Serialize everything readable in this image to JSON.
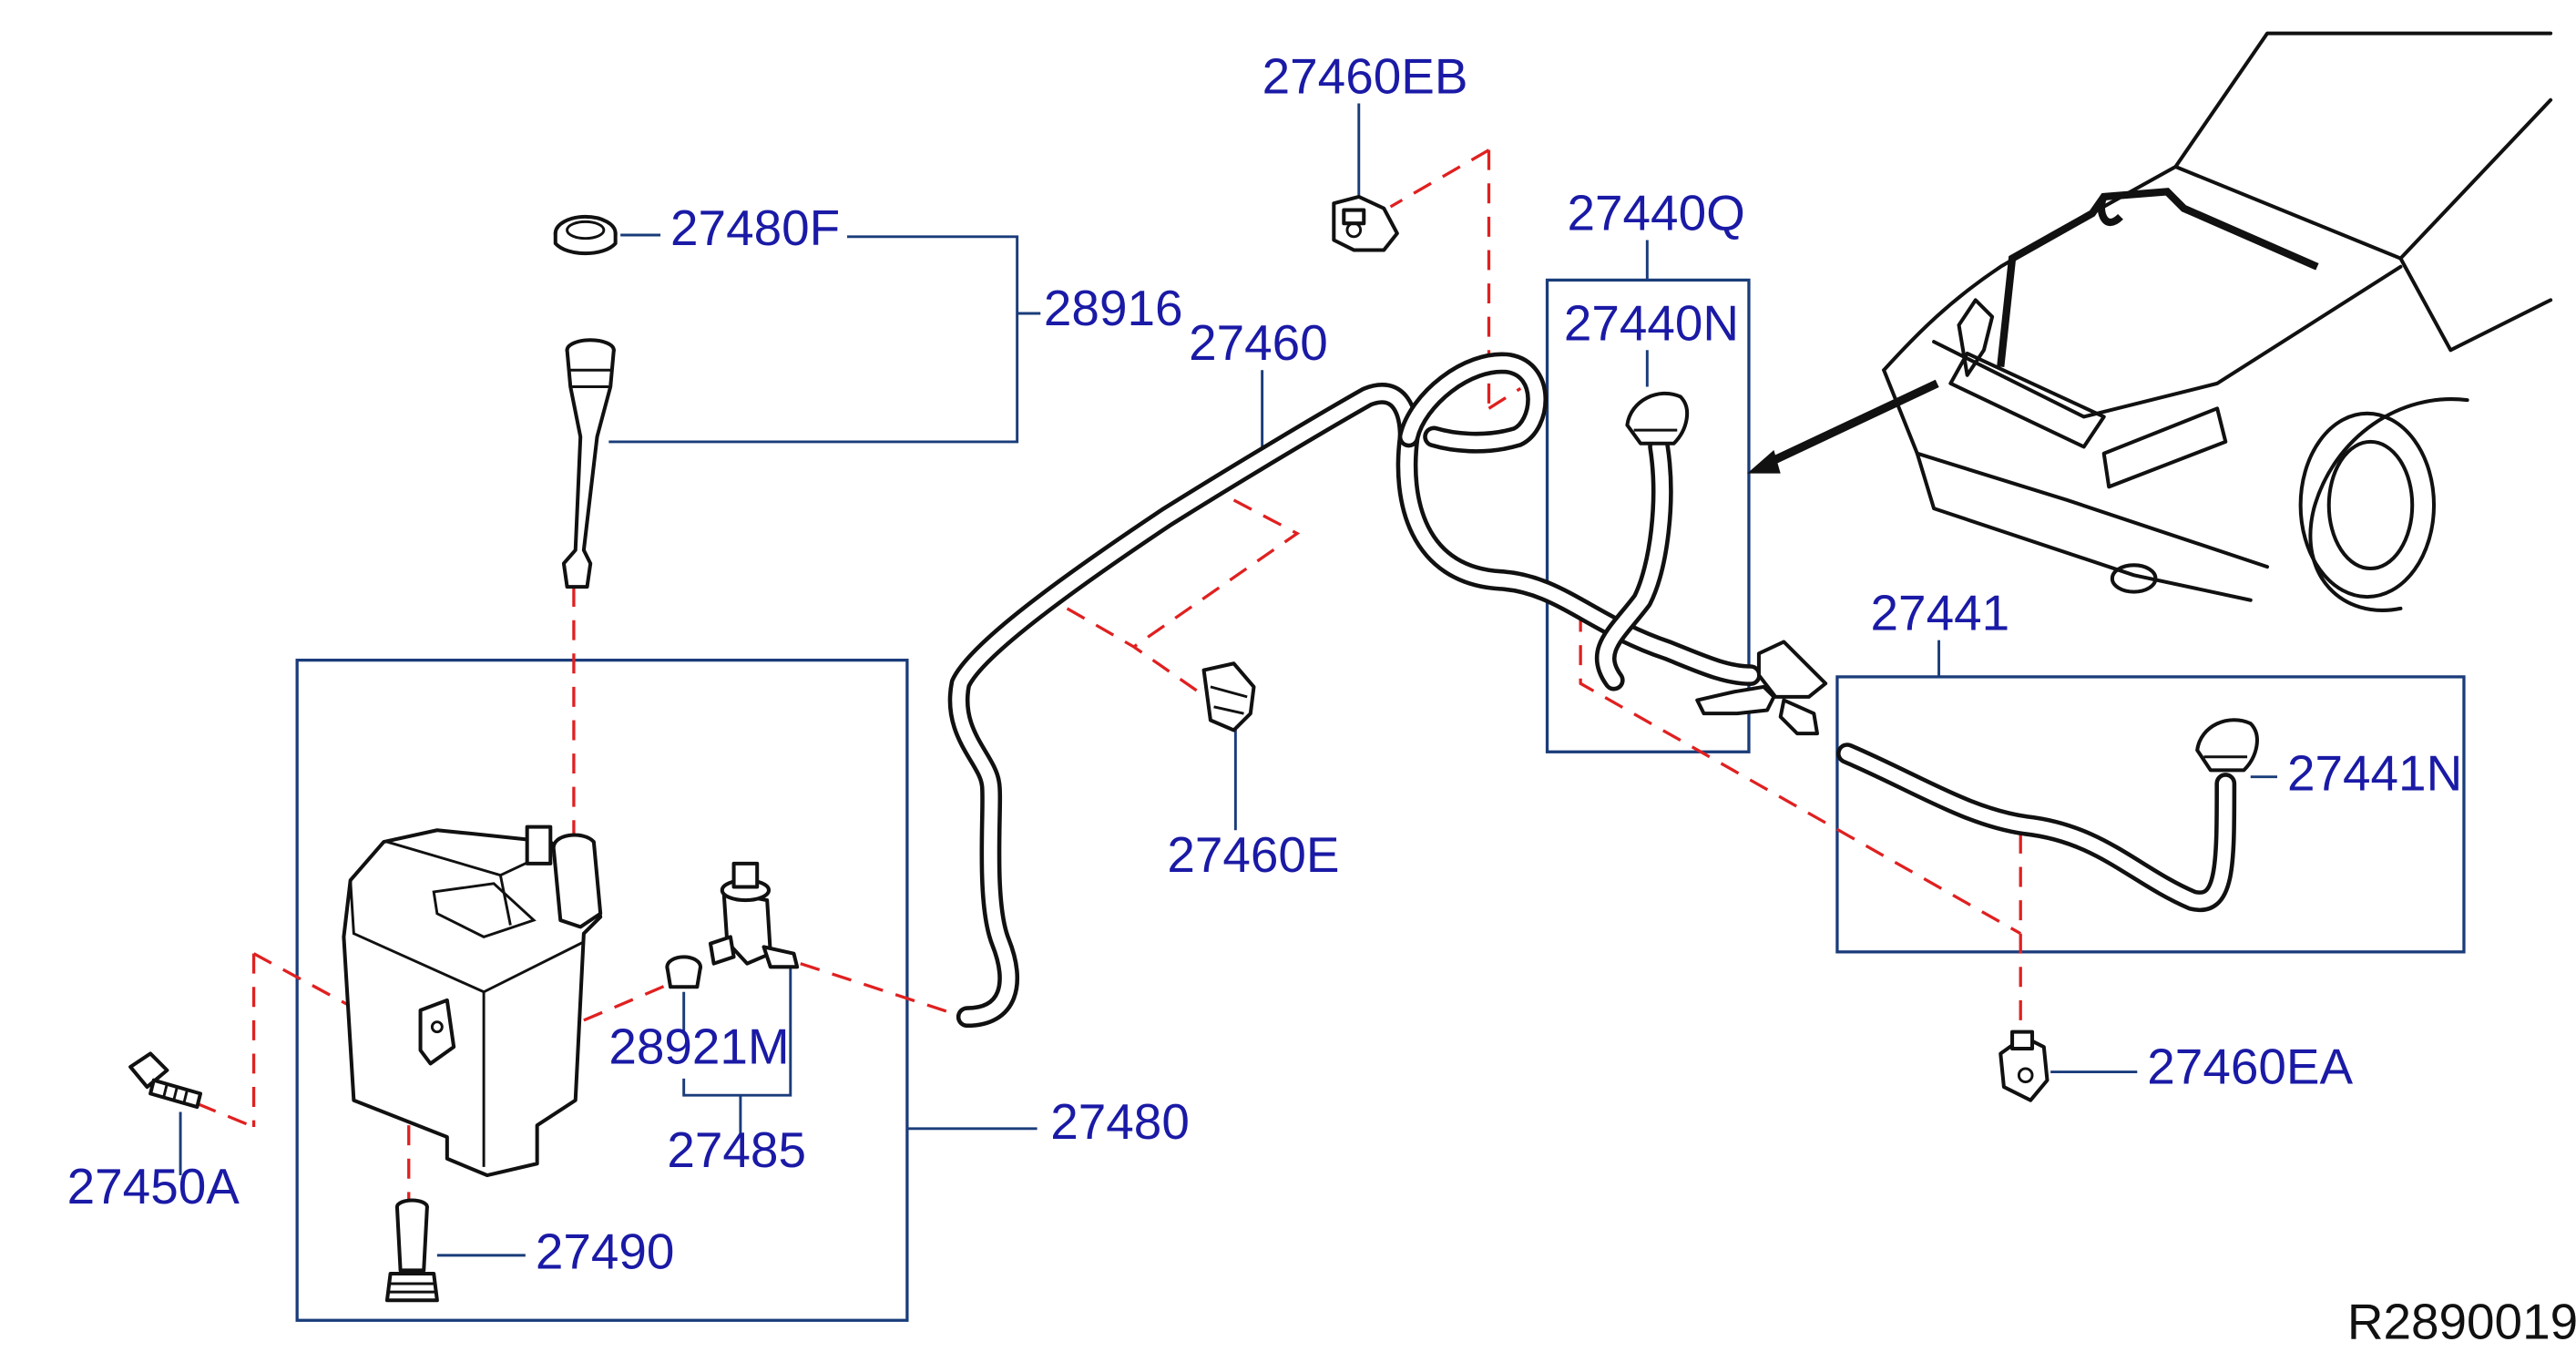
{
  "diagram": {
    "reference_code": "R2890019",
    "parts": {
      "p27460EB": "27460EB",
      "p27480F": "27480F",
      "p28916": "28916",
      "p27460": "27460",
      "p27440Q": "27440Q",
      "p27440N": "27440N",
      "p27460E": "27460E",
      "p27441": "27441",
      "p27441N": "27441N",
      "p27460EA": "27460EA",
      "p28921M": "28921M",
      "p27485": "27485",
      "p27480": "27480",
      "p27450A": "27450A",
      "p27490": "27490"
    },
    "colors": {
      "label": "#1a1aa6",
      "leader": "#1a3c7a",
      "dash": "#e02020",
      "ink": "#111111"
    }
  }
}
